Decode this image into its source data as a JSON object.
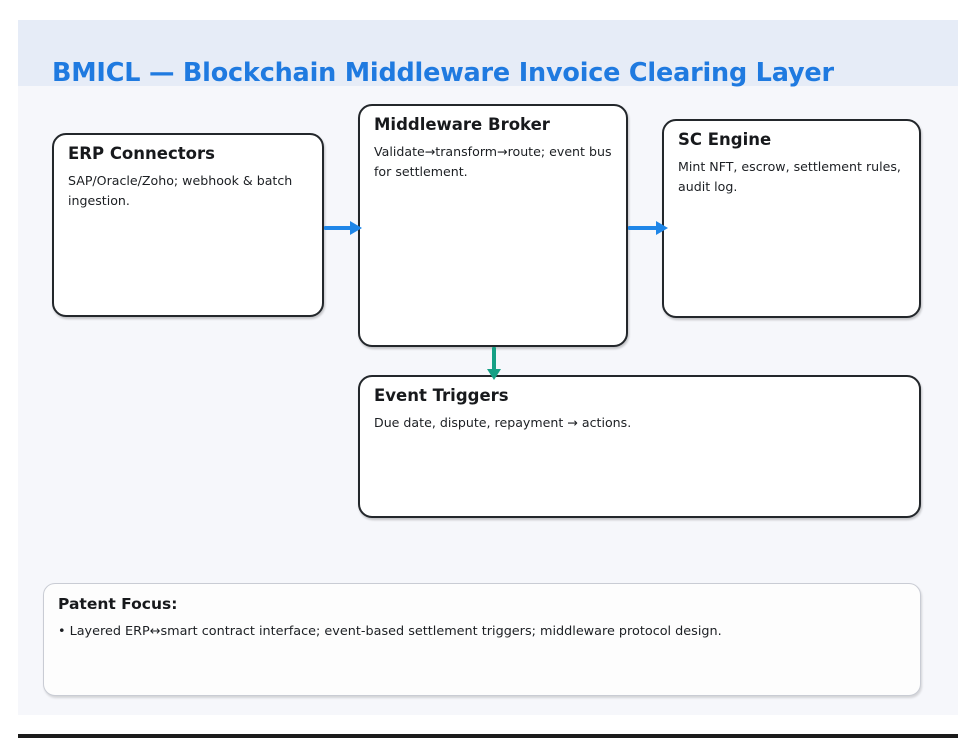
{
  "header": {
    "title": "BMICL — Blockchain Middleware Invoice Clearing Layer",
    "band_color": "#e6ecf7",
    "title_color": "#1f7ae0"
  },
  "canvas": {
    "background_color": "#f6f7fb"
  },
  "nodes": [
    {
      "id": "erp-connectors",
      "title": "ERP Connectors",
      "body": "SAP/Oracle/Zoho; webhook & batch ingestion."
    },
    {
      "id": "middleware-broker",
      "title": "Middleware Broker",
      "body": "Validate→transform→route; event bus for settlement."
    },
    {
      "id": "sc-engine",
      "title": "SC Engine",
      "body": "Mint NFT, escrow, settlement rules, audit log."
    },
    {
      "id": "event-triggers",
      "title": "Event Triggers",
      "body": "Due date, dispute, repayment → actions."
    }
  ],
  "connectors": [
    {
      "id": "erp-to-broker",
      "from": "erp-connectors",
      "to": "middleware-broker",
      "direction": "right",
      "color": "#1f86e8"
    },
    {
      "id": "broker-to-sc",
      "from": "middleware-broker",
      "to": "sc-engine",
      "direction": "right",
      "color": "#1f86e8"
    },
    {
      "id": "broker-to-events",
      "from": "middleware-broker",
      "to": "event-triggers",
      "direction": "down",
      "color": "#16a085"
    }
  ],
  "footer": {
    "title": "Patent Focus:",
    "bullet_char": "•",
    "items": [
      "Layered ERP↔smart contract interface; event-based settlement triggers; middleware protocol design."
    ]
  }
}
